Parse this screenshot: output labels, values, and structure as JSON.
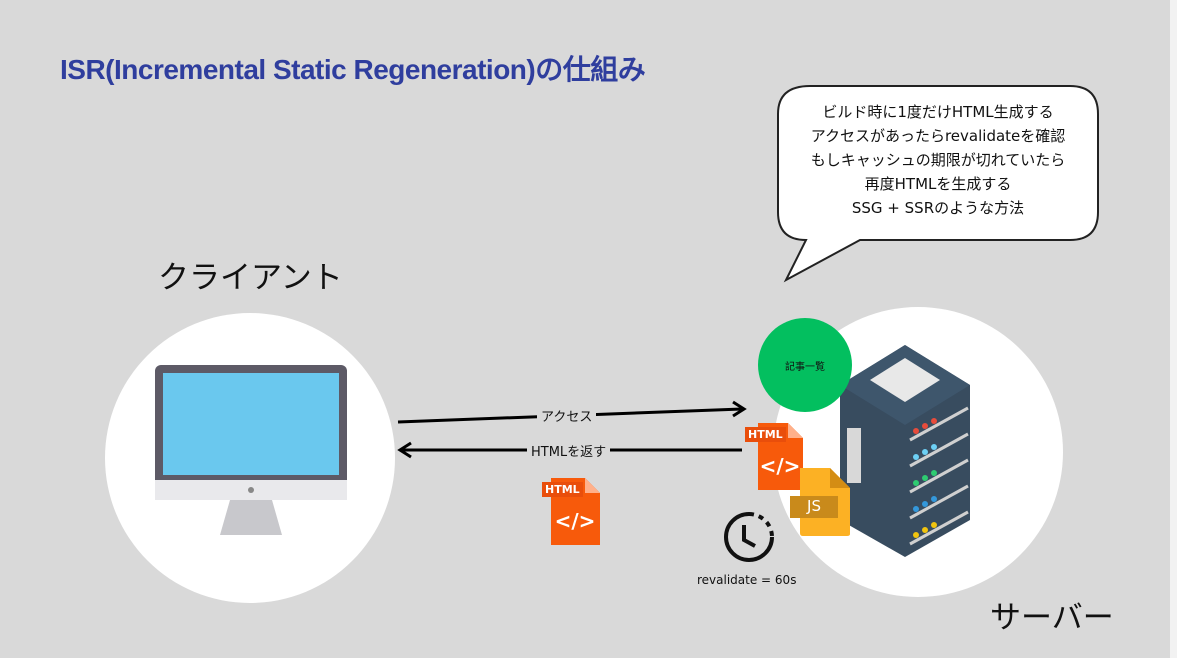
{
  "title": "ISR(Incremental Static Regeneration)の仕組み",
  "client_label": "クライアント",
  "server_label": "サーバー",
  "arrows": {
    "request": "アクセス",
    "response": "HTMLを返す"
  },
  "bubble": {
    "lines": [
      "ビルド時に1度だけHTML生成する",
      "アクセスがあったらrevalidateを確認",
      "もしキャッシュの期限が切れていたら",
      "再度HTMLを生成する",
      "SSG + SSRのような方法"
    ]
  },
  "page_badge": "記事一覧",
  "revalidate": "revalidate = 60s",
  "file_icons": {
    "html": "HTML",
    "js": "JS"
  }
}
